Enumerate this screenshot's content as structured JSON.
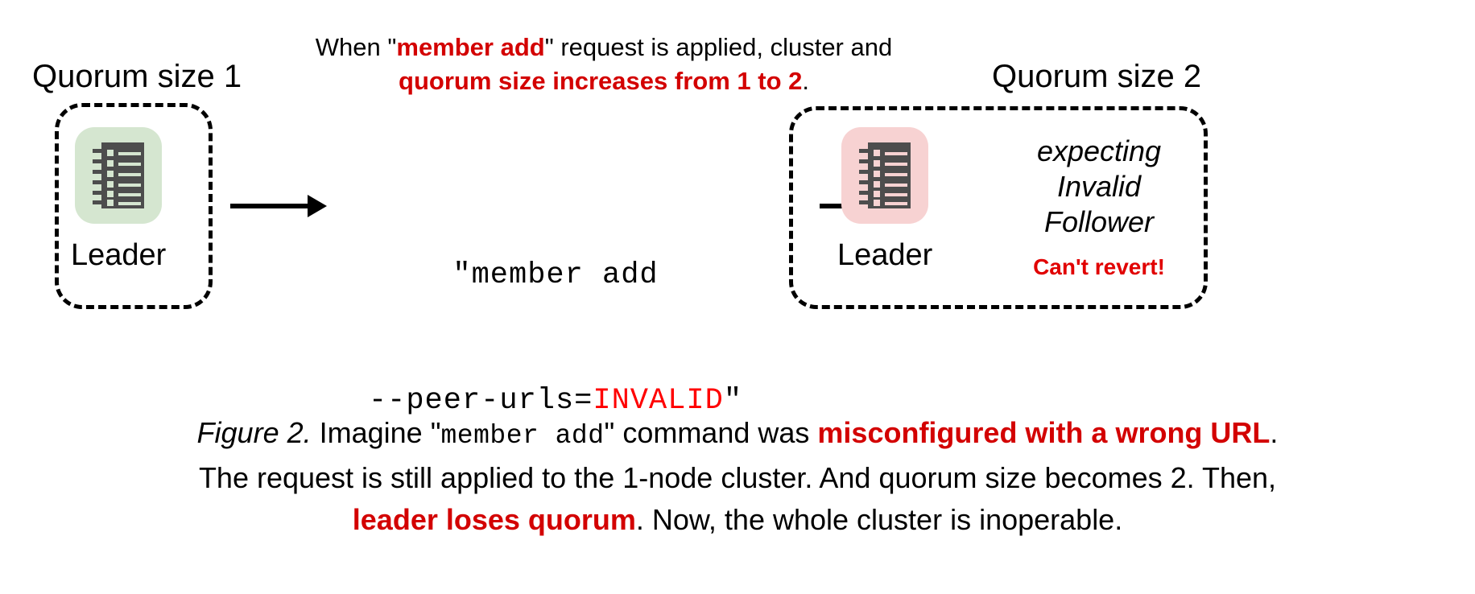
{
  "figure": {
    "top_note": {
      "line1_pre": "When \"",
      "line1_hl": "member add",
      "line1_post": "\" request is applied,",
      "line2_pre": "cluster and ",
      "line2_hl": "quorum size increases",
      "line3_hl": "from 1 to 2",
      "line3_post": "."
    },
    "left_cluster": {
      "title": "Quorum size 1",
      "node_label": "Leader",
      "tile_color": "#d5e6d0",
      "icon": "notepad-icon"
    },
    "right_cluster": {
      "title": "Quorum size 2",
      "node_label": "Leader",
      "tile_color": "#f7d2d2",
      "icon": "notepad-icon",
      "status_lines": [
        "expecting",
        "Invalid",
        "Follower"
      ],
      "warning": "Can't revert!",
      "warning_color": "#e10000"
    },
    "command": {
      "line1": "\"member add",
      "line2_pre": "--peer-urls=",
      "line2_invalid": "INVALID",
      "line2_post": "\"",
      "invalid_color": "#ff0000"
    },
    "caption": {
      "fig_no": "Figure 2.",
      "seg1": " Imagine \"",
      "mono1": "member add",
      "seg2": "\" command was ",
      "hl1": "misconfigured with a wrong URL",
      "seg3": ".",
      "line2": "The request is still applied to the 1-node cluster. And quorum size becomes 2. Then,",
      "hl2": "leader loses quorum",
      "seg4": ". Now, the whole cluster is inoperable."
    },
    "accent_red": "#d30000"
  }
}
